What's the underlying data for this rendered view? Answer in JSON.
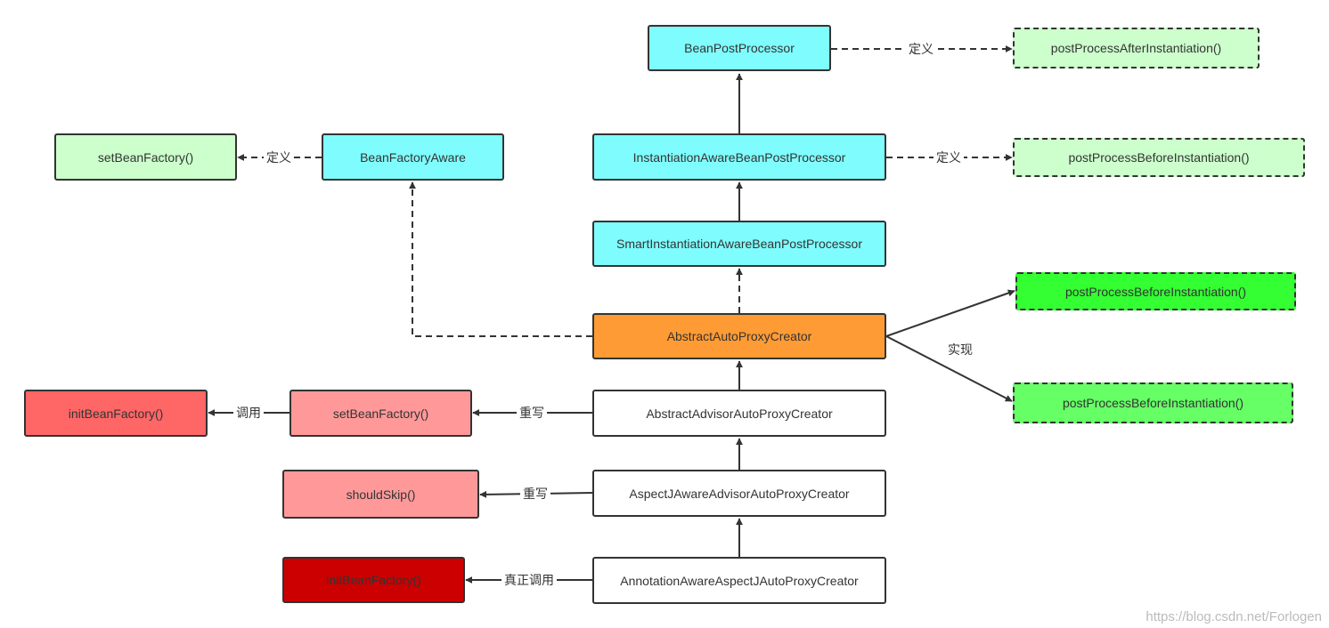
{
  "colors": {
    "cyan": "#7ffcfd",
    "orange": "#ff9b34",
    "light_green": "#ccffcc",
    "bright_green": "#33ff33",
    "green": "#66ff66",
    "pink": "#ff9999",
    "red": "#ff6666",
    "dark_red": "#cc0000",
    "white": "#ffffff",
    "line": "#333333"
  },
  "nodes": {
    "bean_post_processor": "BeanPostProcessor",
    "post_process_after_instantiation": "postProcessAfterInstantiation()",
    "set_bean_factory_def": "setBeanFactory()",
    "bean_factory_aware": "BeanFactoryAware",
    "instantiation_aware_bpp": "InstantiationAwareBeanPostProcessor",
    "post_process_before_instantiation_def": "postProcessBeforeInstantiation()",
    "smart_instantiation_aware_bpp": "SmartInstantiationAwareBeanPostProcessor",
    "post_process_before_instantiation_impl_1": "postProcessBeforeInstantiation()",
    "abstract_auto_proxy_creator": "AbstractAutoProxyCreator",
    "post_process_before_instantiation_impl_2": "postProcessBeforeInstantiation()",
    "init_bean_factory": "initBeanFactory()",
    "set_bean_factory_override": "setBeanFactory()",
    "abstract_advisor_auto_proxy_creator": "AbstractAdvisorAutoProxyCreator",
    "should_skip": "shouldSkip()",
    "aspectj_aware_advisor_auto_proxy_creator": "AspectJAwareAdvisorAutoProxyCreator",
    "init_bean_factory_real": "initBeanFactory()",
    "annotation_aware_aspectj_auto_proxy_creator": "AnnotationAwareAspectJAutoProxyCreator"
  },
  "edge_labels": {
    "define_1": "定义",
    "define_2": "定义",
    "define_3": "定义",
    "implement": "实现",
    "call": "调用",
    "override_1": "重写",
    "override_2": "重写",
    "real_call": "真正调用"
  },
  "watermark": "https://blog.csdn.net/Forlogen"
}
